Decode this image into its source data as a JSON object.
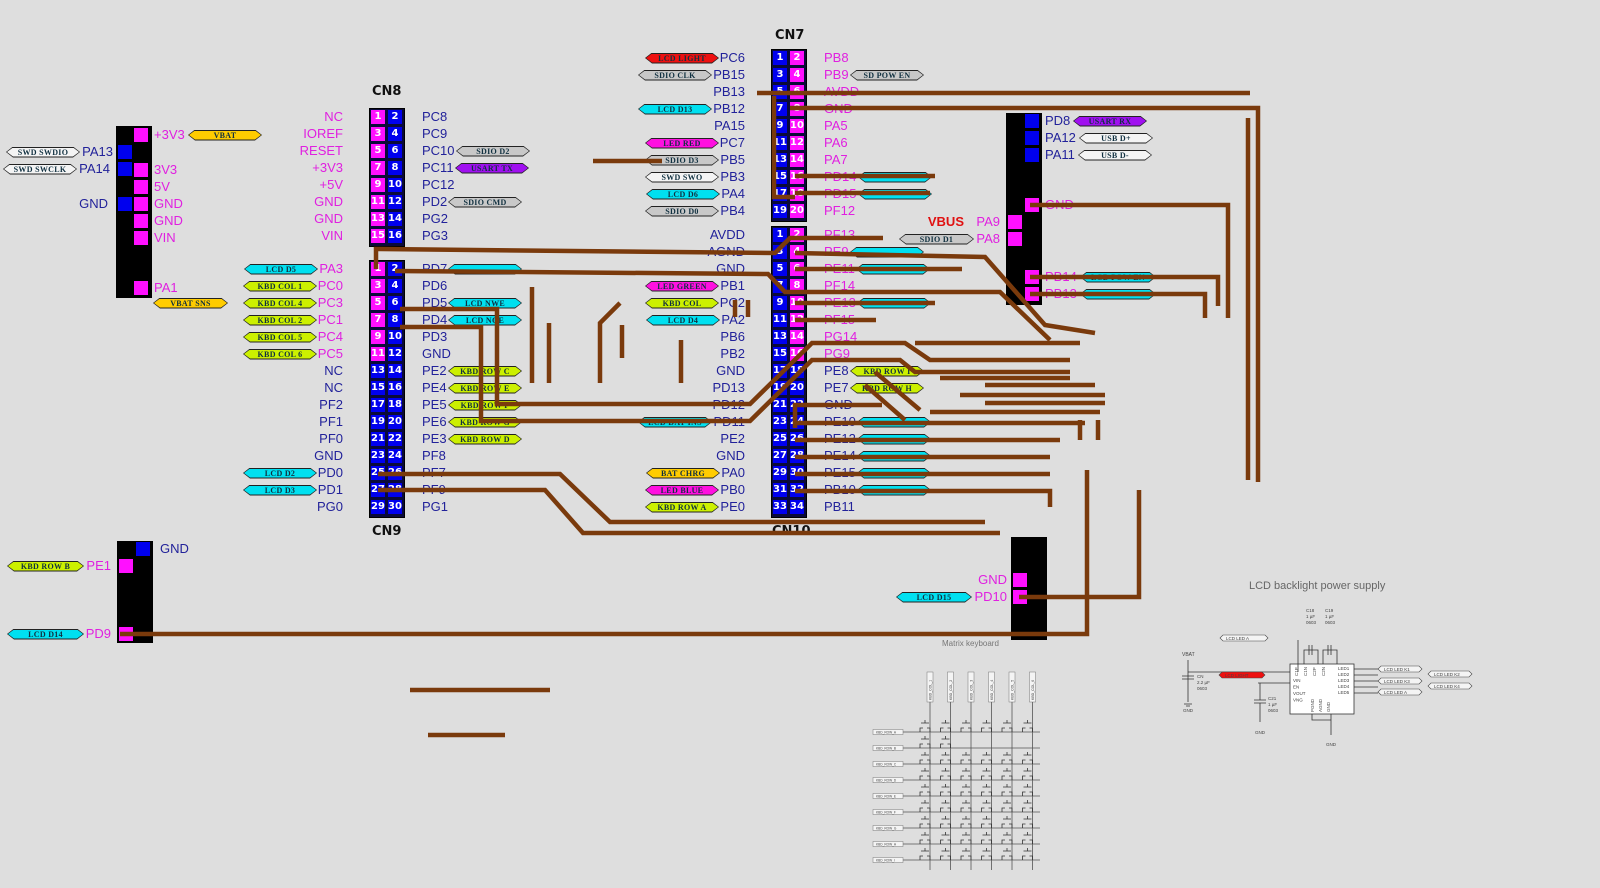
{
  "colors": {
    "background": "#dedede",
    "wire": "#7a3a0c",
    "pin_pink": "#ff10ff",
    "pin_blue": "#0000ee",
    "label_navy": "#22229a",
    "label_pink": "#e020e0",
    "tag_lcd": "#00e0f0",
    "tag_kbd": "#ccf000",
    "tag_sdio": "#c8c8c8",
    "tag_swd": "#f4f4f4",
    "tag_led": "#ff10e0",
    "tag_red": "#ee1010",
    "tag_power": "#ffcc00",
    "tag_usart": "#a010f0"
  },
  "cn8": {
    "title": "CN8",
    "rows": [
      {
        "pl": "1",
        "pr": "2",
        "left": "NC",
        "right": "PC8"
      },
      {
        "pl": "3",
        "pr": "4",
        "left": "IOREF",
        "right": "PC9"
      },
      {
        "pl": "5",
        "pr": "6",
        "left": "RESET",
        "right": "PC10",
        "tag_r": {
          "text": "SDIO D2",
          "kind": "sdio"
        }
      },
      {
        "pl": "7",
        "pr": "8",
        "left": "+3V3",
        "right": "PC11",
        "tag_r": {
          "text": "USART TX",
          "kind": "usart"
        }
      },
      {
        "pl": "9",
        "pr": "10",
        "left": "+5V",
        "right": "PC12"
      },
      {
        "pl": "11",
        "pr": "12",
        "left": "GND",
        "right": "PD2",
        "tag_r": {
          "text": "SDIO CMD",
          "kind": "sdio"
        }
      },
      {
        "pl": "13",
        "pr": "14",
        "left": "GND",
        "right": "PG2"
      },
      {
        "pl": "15",
        "pr": "16",
        "left": "VIN",
        "right": "PG3"
      }
    ]
  },
  "cn9": {
    "title": "CN9",
    "rows": [
      {
        "pl": "1",
        "pr": "2",
        "left": "PA3",
        "right": "PD7",
        "tag_l": {
          "text": "LCD D5",
          "kind": "lcd"
        },
        "tag_r": {
          "text": "",
          "kind": "lcd"
        }
      },
      {
        "pl": "3",
        "pr": "4",
        "left": "PC0",
        "right": "PD6",
        "tag_l": {
          "text": "KBD COL 1",
          "kind": "kbd"
        }
      },
      {
        "pl": "5",
        "pr": "6",
        "left": "PC3",
        "right": "PD5",
        "tag_l": {
          "text": "KBD COL 4",
          "kind": "kbd"
        },
        "tag_r": {
          "text": "LCD NWE",
          "kind": "lcd"
        }
      },
      {
        "pl": "7",
        "pr": "8",
        "left": "PC1",
        "right": "PD4",
        "tag_l": {
          "text": "KBD COL 2",
          "kind": "kbd"
        },
        "tag_r": {
          "text": "LCD NOE",
          "kind": "lcd"
        }
      },
      {
        "pl": "9",
        "pr": "10",
        "left": "PC4",
        "right": "PD3",
        "tag_l": {
          "text": "KBD COL 5",
          "kind": "kbd"
        }
      },
      {
        "pl": "11",
        "pr": "12",
        "left": "PC5",
        "right": "GND",
        "tag_l": {
          "text": "KBD COL 6",
          "kind": "kbd"
        }
      },
      {
        "pl": "13",
        "pr": "14",
        "left": "NC",
        "right": "PE2",
        "tag_r": {
          "text": "KBD ROW C",
          "kind": "kbd"
        }
      },
      {
        "pl": "15",
        "pr": "16",
        "left": "NC",
        "right": "PE4",
        "tag_r": {
          "text": "KBD ROW E",
          "kind": "kbd"
        }
      },
      {
        "pl": "17",
        "pr": "18",
        "left": "PF2",
        "right": "PE5",
        "tag_r": {
          "text": "KBD ROW F",
          "kind": "kbd"
        }
      },
      {
        "pl": "19",
        "pr": "20",
        "left": "PF1",
        "right": "PE6",
        "tag_r": {
          "text": "KBD ROW G",
          "kind": "kbd"
        }
      },
      {
        "pl": "21",
        "pr": "22",
        "left": "PF0",
        "right": "PE3",
        "tag_r": {
          "text": "KBD ROW D",
          "kind": "kbd"
        }
      },
      {
        "pl": "23",
        "pr": "24",
        "left": "GND",
        "right": "PF8"
      },
      {
        "pl": "25",
        "pr": "26",
        "left": "PD0",
        "right": "PF7",
        "tag_l": {
          "text": "LCD D2",
          "kind": "lcd"
        }
      },
      {
        "pl": "27",
        "pr": "28",
        "left": "PD1",
        "right": "PF9",
        "tag_l": {
          "text": "LCD D3",
          "kind": "lcd"
        }
      },
      {
        "pl": "29",
        "pr": "30",
        "left": "PG0",
        "right": "PG1"
      }
    ]
  },
  "cn7": {
    "title": "CN7",
    "rows": [
      {
        "pl": "1",
        "pr": "2",
        "left": "PC6",
        "right": "PB8",
        "tag_l": {
          "text": "LCD LIGHT",
          "kind": "red"
        }
      },
      {
        "pl": "3",
        "pr": "4",
        "left": "PB15",
        "right": "PB9",
        "tag_l": {
          "text": "SDIO CLK",
          "kind": "sdio"
        },
        "tag_r": {
          "text": "SD POW EN",
          "kind": "sdio"
        }
      },
      {
        "pl": "5",
        "pr": "6",
        "left": "PB13",
        "right": "AVDD"
      },
      {
        "pl": "7",
        "pr": "8",
        "left": "PB12",
        "right": "GND",
        "tag_l": {
          "text": "LCD D13",
          "kind": "lcd"
        }
      },
      {
        "pl": "9",
        "pr": "10",
        "left": "PA15",
        "right": "PA5"
      },
      {
        "pl": "11",
        "pr": "12",
        "left": "PC7",
        "right": "PA6",
        "tag_l": {
          "text": "LED RED",
          "kind": "led"
        }
      },
      {
        "pl": "13",
        "pr": "14",
        "left": "PB5",
        "right": "PA7",
        "tag_l": {
          "text": "SDIO D3",
          "kind": "sdio"
        }
      },
      {
        "pl": "15",
        "pr": "16",
        "left": "PB3",
        "right": "PD14",
        "tag_l": {
          "text": "SWD SWO",
          "kind": "swd"
        },
        "tag_r": {
          "text": "",
          "kind": "lcd"
        }
      },
      {
        "pl": "17",
        "pr": "18",
        "left": "PA4",
        "right": "PD15",
        "tag_l": {
          "text": "LCD D6",
          "kind": "lcd"
        },
        "tag_r": {
          "text": "",
          "kind": "lcd"
        }
      },
      {
        "pl": "19",
        "pr": "20",
        "left": "PB4",
        "right": "PF12",
        "tag_l": {
          "text": "SDIO D0",
          "kind": "sdio"
        }
      }
    ]
  },
  "cn10": {
    "title": "CN10",
    "rows": [
      {
        "pl": "1",
        "pr": "2",
        "left": "AVDD",
        "right": "PF13"
      },
      {
        "pl": "3",
        "pr": "4",
        "left": "AGND",
        "right": "PE9",
        "tag_r": {
          "text": "",
          "kind": "lcd"
        }
      },
      {
        "pl": "5",
        "pr": "6",
        "left": "GND",
        "right": "PE11",
        "tag_r": {
          "text": "",
          "kind": "lcd"
        }
      },
      {
        "pl": "7",
        "pr": "8",
        "left": "PB1",
        "right": "PF14",
        "tag_l": {
          "text": "LED GREEN",
          "kind": "led"
        }
      },
      {
        "pl": "9",
        "pr": "10",
        "left": "PC2",
        "right": "PE13",
        "tag_l": {
          "text": "KBD COL",
          "kind": "kbd"
        },
        "tag_r": {
          "text": "",
          "kind": "lcd"
        }
      },
      {
        "pl": "11",
        "pr": "12",
        "left": "PA2",
        "right": "PF15",
        "tag_l": {
          "text": "LCD D4",
          "kind": "lcd"
        }
      },
      {
        "pl": "13",
        "pr": "14",
        "left": "PB6",
        "right": "PG14"
      },
      {
        "pl": "15",
        "pr": "16",
        "left": "PB2",
        "right": "PG9"
      },
      {
        "pl": "17",
        "pr": "18",
        "left": "GND",
        "right": "PE8",
        "tag_r": {
          "text": "KBD ROW I",
          "kind": "kbd"
        }
      },
      {
        "pl": "19",
        "pr": "20",
        "left": "PD13",
        "right": "PE7",
        "tag_r": {
          "text": "KBD ROW H",
          "kind": "kbd"
        }
      },
      {
        "pl": "21",
        "pr": "22",
        "left": "PD12",
        "right": "GND"
      },
      {
        "pl": "23",
        "pr": "24",
        "left": "PD11",
        "right": "PE10",
        "tag_l": {
          "text": "LCD DAT INS",
          "kind": "lcd"
        },
        "tag_r": {
          "text": "",
          "kind": "lcd"
        }
      },
      {
        "pl": "25",
        "pr": "26",
        "left": "PE2",
        "right": "PE12",
        "tag_r": {
          "text": "",
          "kind": "lcd"
        }
      },
      {
        "pl": "27",
        "pr": "28",
        "left": "GND",
        "right": "PE14",
        "tag_r": {
          "text": "",
          "kind": "lcd"
        }
      },
      {
        "pl": "29",
        "pr": "30",
        "left": "PA0",
        "right": "PE15",
        "tag_l": {
          "text": "BAT CHRG",
          "kind": "power"
        },
        "tag_r": {
          "text": "",
          "kind": "lcd"
        }
      },
      {
        "pl": "31",
        "pr": "32",
        "left": "PB0",
        "right": "PB10",
        "tag_l": {
          "text": "LED BLUE",
          "kind": "led"
        },
        "tag_r": {
          "text": "",
          "kind": "lcd"
        }
      },
      {
        "pl": "33",
        "pr": "34",
        "left": "PE0",
        "right": "PB11",
        "tag_l": {
          "text": "KBD ROW A",
          "kind": "kbd"
        }
      }
    ]
  },
  "strip_power": {
    "pins": [
      {
        "label": "+3V3",
        "tag": {
          "text": "VBAT",
          "kind": "power"
        }
      },
      {
        "label": "PA13",
        "tag": {
          "text": "SWD SWDIO",
          "kind": "swd"
        }
      },
      {
        "label": "PA14",
        "tag": {
          "text": "SWD SWCLK",
          "kind": "swd"
        }
      },
      {
        "label": "3V3"
      },
      {
        "label": "5V"
      },
      {
        "label": "GND"
      },
      {
        "label": "GND"
      },
      {
        "label": "GND"
      },
      {
        "label": "VIN"
      },
      {
        "label": "PA1",
        "tag": {
          "text": "VBAT SNS",
          "kind": "power"
        }
      }
    ]
  },
  "strip_usb": {
    "pins": [
      {
        "label": "PD8",
        "tag": {
          "text": "USART RX",
          "kind": "usart"
        }
      },
      {
        "label": "PA12",
        "tag": {
          "text": "USB D+",
          "kind": "swd"
        }
      },
      {
        "label": "PA11",
        "tag": {
          "text": "USB D-",
          "kind": "swd"
        }
      },
      {
        "label": "GND"
      },
      {
        "label": "PA9",
        "note": "VBUS"
      },
      {
        "label": "PA8",
        "tag": {
          "text": "SDIO D1",
          "kind": "sdio"
        }
      },
      {
        "label": "PB14",
        "tag": {
          "text": "LCD POW EN",
          "kind": "lcd"
        }
      },
      {
        "label": "PB13",
        "tag": {
          "text": "",
          "kind": "lcd"
        }
      }
    ]
  },
  "strip_kbd": {
    "pins": [
      {
        "label": "GND"
      },
      {
        "label": "PE1",
        "tag": {
          "text": "KBD ROW B",
          "kind": "kbd"
        }
      },
      {
        "label": "PD9",
        "tag": {
          "text": "LCD D14",
          "kind": "lcd"
        }
      }
    ]
  },
  "strip_lcd": {
    "pins": [
      {
        "label": "GND"
      },
      {
        "label": "PD10",
        "tag": {
          "text": "LCD D15",
          "kind": "lcd"
        }
      }
    ],
    "caption": "Matrix keyboard"
  },
  "backlight": {
    "title": "LCD backlight power supply",
    "vbat": "VBAT",
    "gnd": "GND",
    "c20": [
      "CN",
      "2.2 µF",
      "0603"
    ],
    "c21": [
      "C21",
      "1 µF",
      "0603"
    ],
    "c18": [
      "C18",
      "1 µF",
      "0603"
    ],
    "c19": [
      "C19",
      "1 µF",
      "0603"
    ],
    "ic_pins_left": [
      "VIN",
      "EN",
      "VOUT",
      "VNG"
    ],
    "ic_pins_right": [
      "LED1",
      "LED2",
      "LED3",
      "LED4",
      "LED5"
    ],
    "ic_pins_bottom": [
      "PGND",
      "AGND",
      "GND"
    ],
    "ic_pins_top": [
      "C1P",
      "C1N",
      "C2P",
      "C2N"
    ],
    "tag_top": "LCD LED A",
    "tag_en": "LCD LIGHT",
    "tags_out": [
      "LCD LED K1",
      "LCD LED K2",
      "LCD LED K3",
      "LCD LED K4",
      "LCD LED A"
    ]
  },
  "keyboard": {
    "rows": [
      "KBD_ROW_A",
      "KBD_ROW_B",
      "KBD_ROW_C",
      "KBD_ROW_D",
      "KBD_ROW_E",
      "KBD_ROW_F",
      "KBD_ROW_G",
      "KBD_ROW_H",
      "KBD_ROW_I"
    ],
    "cols": [
      "KBD_COL_1",
      "KBD_COL_2",
      "KBD_COL_3",
      "KBD_COL_4",
      "KBD_COL_5",
      "KBD_COL_6"
    ]
  }
}
